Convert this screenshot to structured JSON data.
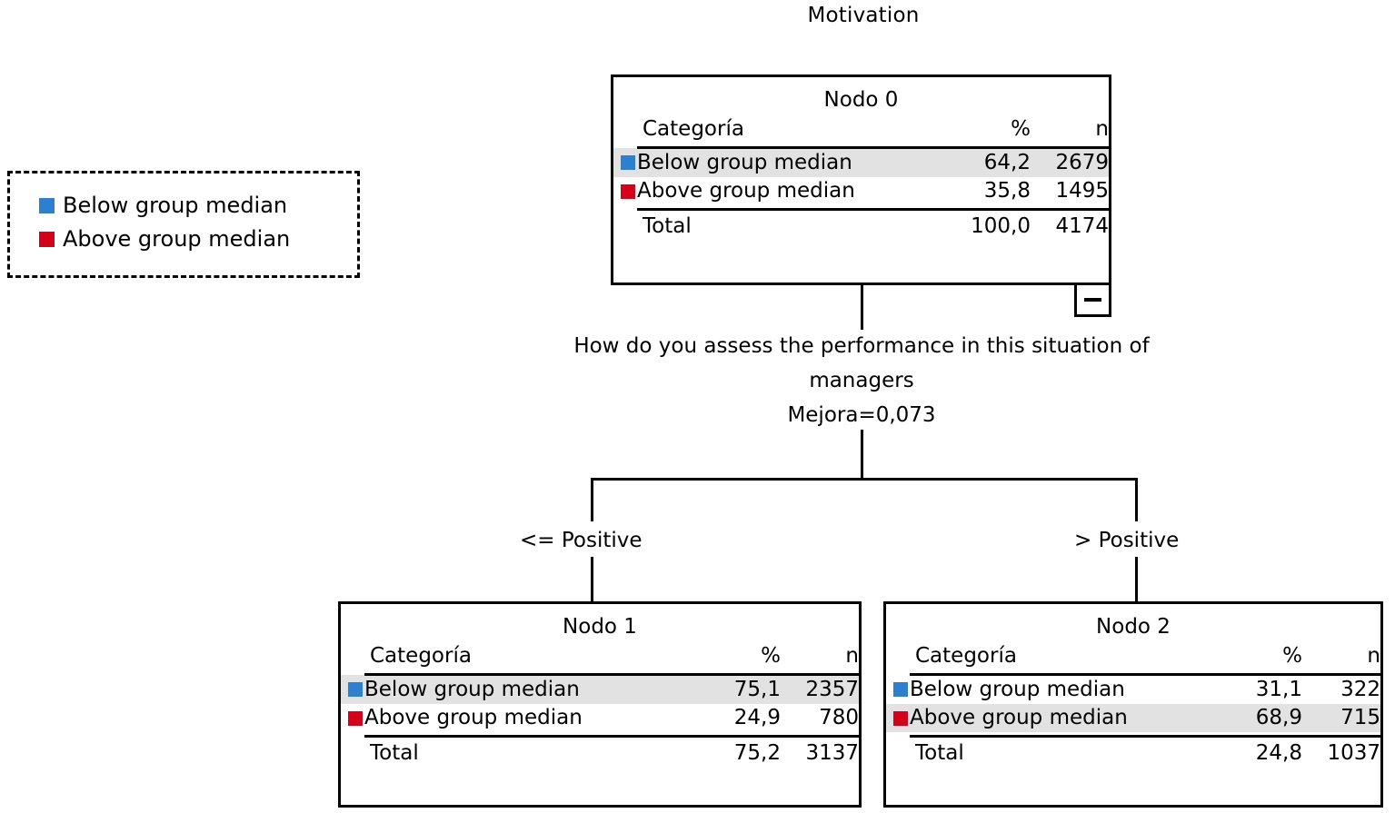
{
  "title": "Motivation",
  "colors": {
    "below": "#2f7fd0",
    "above": "#d50019",
    "highlight_row": "#e2e2e2",
    "line": "#000000"
  },
  "legend": {
    "items": [
      {
        "label": "Below group median",
        "color": "#2f7fd0",
        "swatch_name": "legend-swatch-below"
      },
      {
        "label": "Above group median",
        "color": "#d50019",
        "swatch_name": "legend-swatch-above"
      }
    ]
  },
  "table_headers": {
    "category": "Categoría",
    "percent": "%",
    "count": "n",
    "total": "Total"
  },
  "nodes": [
    {
      "id": "node-0",
      "title": "Nodo 0",
      "rows": [
        {
          "label": "Below group median",
          "pct": "64,2",
          "n": "2679",
          "highlight": true
        },
        {
          "label": "Above group median",
          "pct": "35,8",
          "n": "1495",
          "highlight": false
        }
      ],
      "total": {
        "label": "Total",
        "pct": "100,0",
        "n": "4174"
      },
      "collapse_button": "−"
    },
    {
      "id": "node-1",
      "title": "Nodo 1",
      "rows": [
        {
          "label": "Below group median",
          "pct": "75,1",
          "n": "2357",
          "highlight": true
        },
        {
          "label": "Above group median",
          "pct": "24,9",
          "n": "780",
          "highlight": false
        }
      ],
      "total": {
        "label": "Total",
        "pct": "75,2",
        "n": "3137"
      }
    },
    {
      "id": "node-2",
      "title": "Nodo 2",
      "rows": [
        {
          "label": "Below group median",
          "pct": "31,1",
          "n": "322",
          "highlight": false
        },
        {
          "label": "Above group median",
          "pct": "68,9",
          "n": "715",
          "highlight": true
        }
      ],
      "total": {
        "label": "Total",
        "pct": "24,8",
        "n": "1037"
      }
    }
  ],
  "split": {
    "variable_line1": "How do you assess the performance in this situation of",
    "variable_line2": "managers",
    "improvement": "Mejora=0,073",
    "branches": [
      {
        "label": "<= Positive",
        "target": "node-1"
      },
      {
        "label": "> Positive",
        "target": "node-2"
      }
    ]
  },
  "chart_data": {
    "type": "table",
    "title": "Motivation",
    "structure": "decision-tree",
    "target_variable": "Motivation",
    "classes": [
      "Below group median",
      "Above group median"
    ],
    "split_variable": "How do you assess the performance in this situation of managers",
    "split_improvement": 0.073,
    "tree": [
      {
        "node": "Nodo 0",
        "level": 0,
        "parent": null,
        "branch_condition": null,
        "categories": [
          "Below group median",
          "Above group median"
        ],
        "percents": [
          64.2,
          35.8
        ],
        "counts": [
          2679,
          1495
        ],
        "total_percent": 100.0,
        "total_n": 4174,
        "predicted_class": "Below group median"
      },
      {
        "node": "Nodo 1",
        "level": 1,
        "parent": "Nodo 0",
        "branch_condition": "<= Positive",
        "categories": [
          "Below group median",
          "Above group median"
        ],
        "percents": [
          75.1,
          24.9
        ],
        "counts": [
          2357,
          780
        ],
        "total_percent": 75.2,
        "total_n": 3137,
        "predicted_class": "Below group median"
      },
      {
        "node": "Nodo 2",
        "level": 1,
        "parent": "Nodo 0",
        "branch_condition": "> Positive",
        "categories": [
          "Below group median",
          "Above group median"
        ],
        "percents": [
          31.1,
          68.9
        ],
        "counts": [
          322,
          715
        ],
        "total_percent": 24.8,
        "total_n": 1037,
        "predicted_class": "Above group median"
      }
    ]
  }
}
